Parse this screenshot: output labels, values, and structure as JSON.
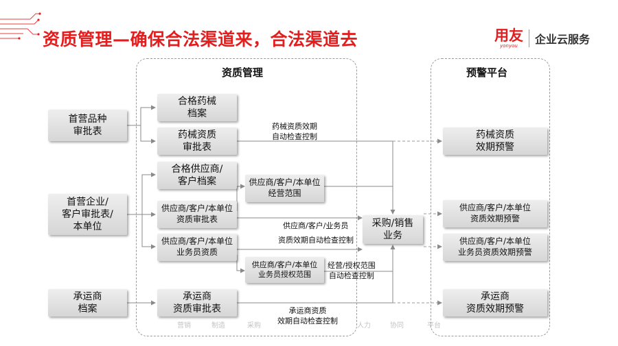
{
  "title": "资质管理—确保合法渠道来，合法渠道去",
  "brand": {
    "logo": "用友",
    "sub": "yonyou",
    "slogan": "企业云服务"
  },
  "panels": {
    "qualification": "资质管理",
    "warning": "预警平台"
  },
  "sources": {
    "product": "首营品种\n审批表",
    "enterprise": "首营企业/\n客户审批表/\n本单位",
    "carrier": "承运商\n档案"
  },
  "qualification_boxes": {
    "qualified_device": "合格药械\n档案",
    "device_approval": "药械资质\n审批表",
    "qualified_supplier": "合格供应商/\n客户档案",
    "supplier_approval": "供应商/客户/本单位\n资质审批表",
    "salesman_qualification": "供应商/客户/本单位\n业务员资质",
    "business_scope": "供应商/客户/本单位\n经营范围",
    "salesman_authorization": "供应商/客户/本单位\n业务员授权范围",
    "carrier_approval": "承运商\n资质审批表"
  },
  "center": {
    "purchase_sales": "采购/销售\n业务"
  },
  "warnings": {
    "device": "药械资质\n效期预警",
    "supplier": "供应商/客户/本单位\n资质效期预警",
    "salesman": "供应商/客户/本单位\n业务员资质效期预警",
    "carrier": "承运商\n资质效期预警"
  },
  "labels": {
    "device_check": "药械资质效期\n自动检查控制",
    "salesman_types": "供应商/客户/业务员",
    "qualification_check": "资质效期自动检查控制",
    "scope_check": "经营/授权范围\n自动检查控制",
    "carrier_check": "承运商资质\n效期自动检查控制"
  },
  "watermark": [
    "营销",
    "制造",
    "采购",
    "人力",
    "协同",
    "平台"
  ],
  "colors": {
    "accent": "#e21e1e",
    "box_top": "#eeeeee",
    "box_bottom": "#d6d6d6",
    "line": "#8a8a8a"
  }
}
